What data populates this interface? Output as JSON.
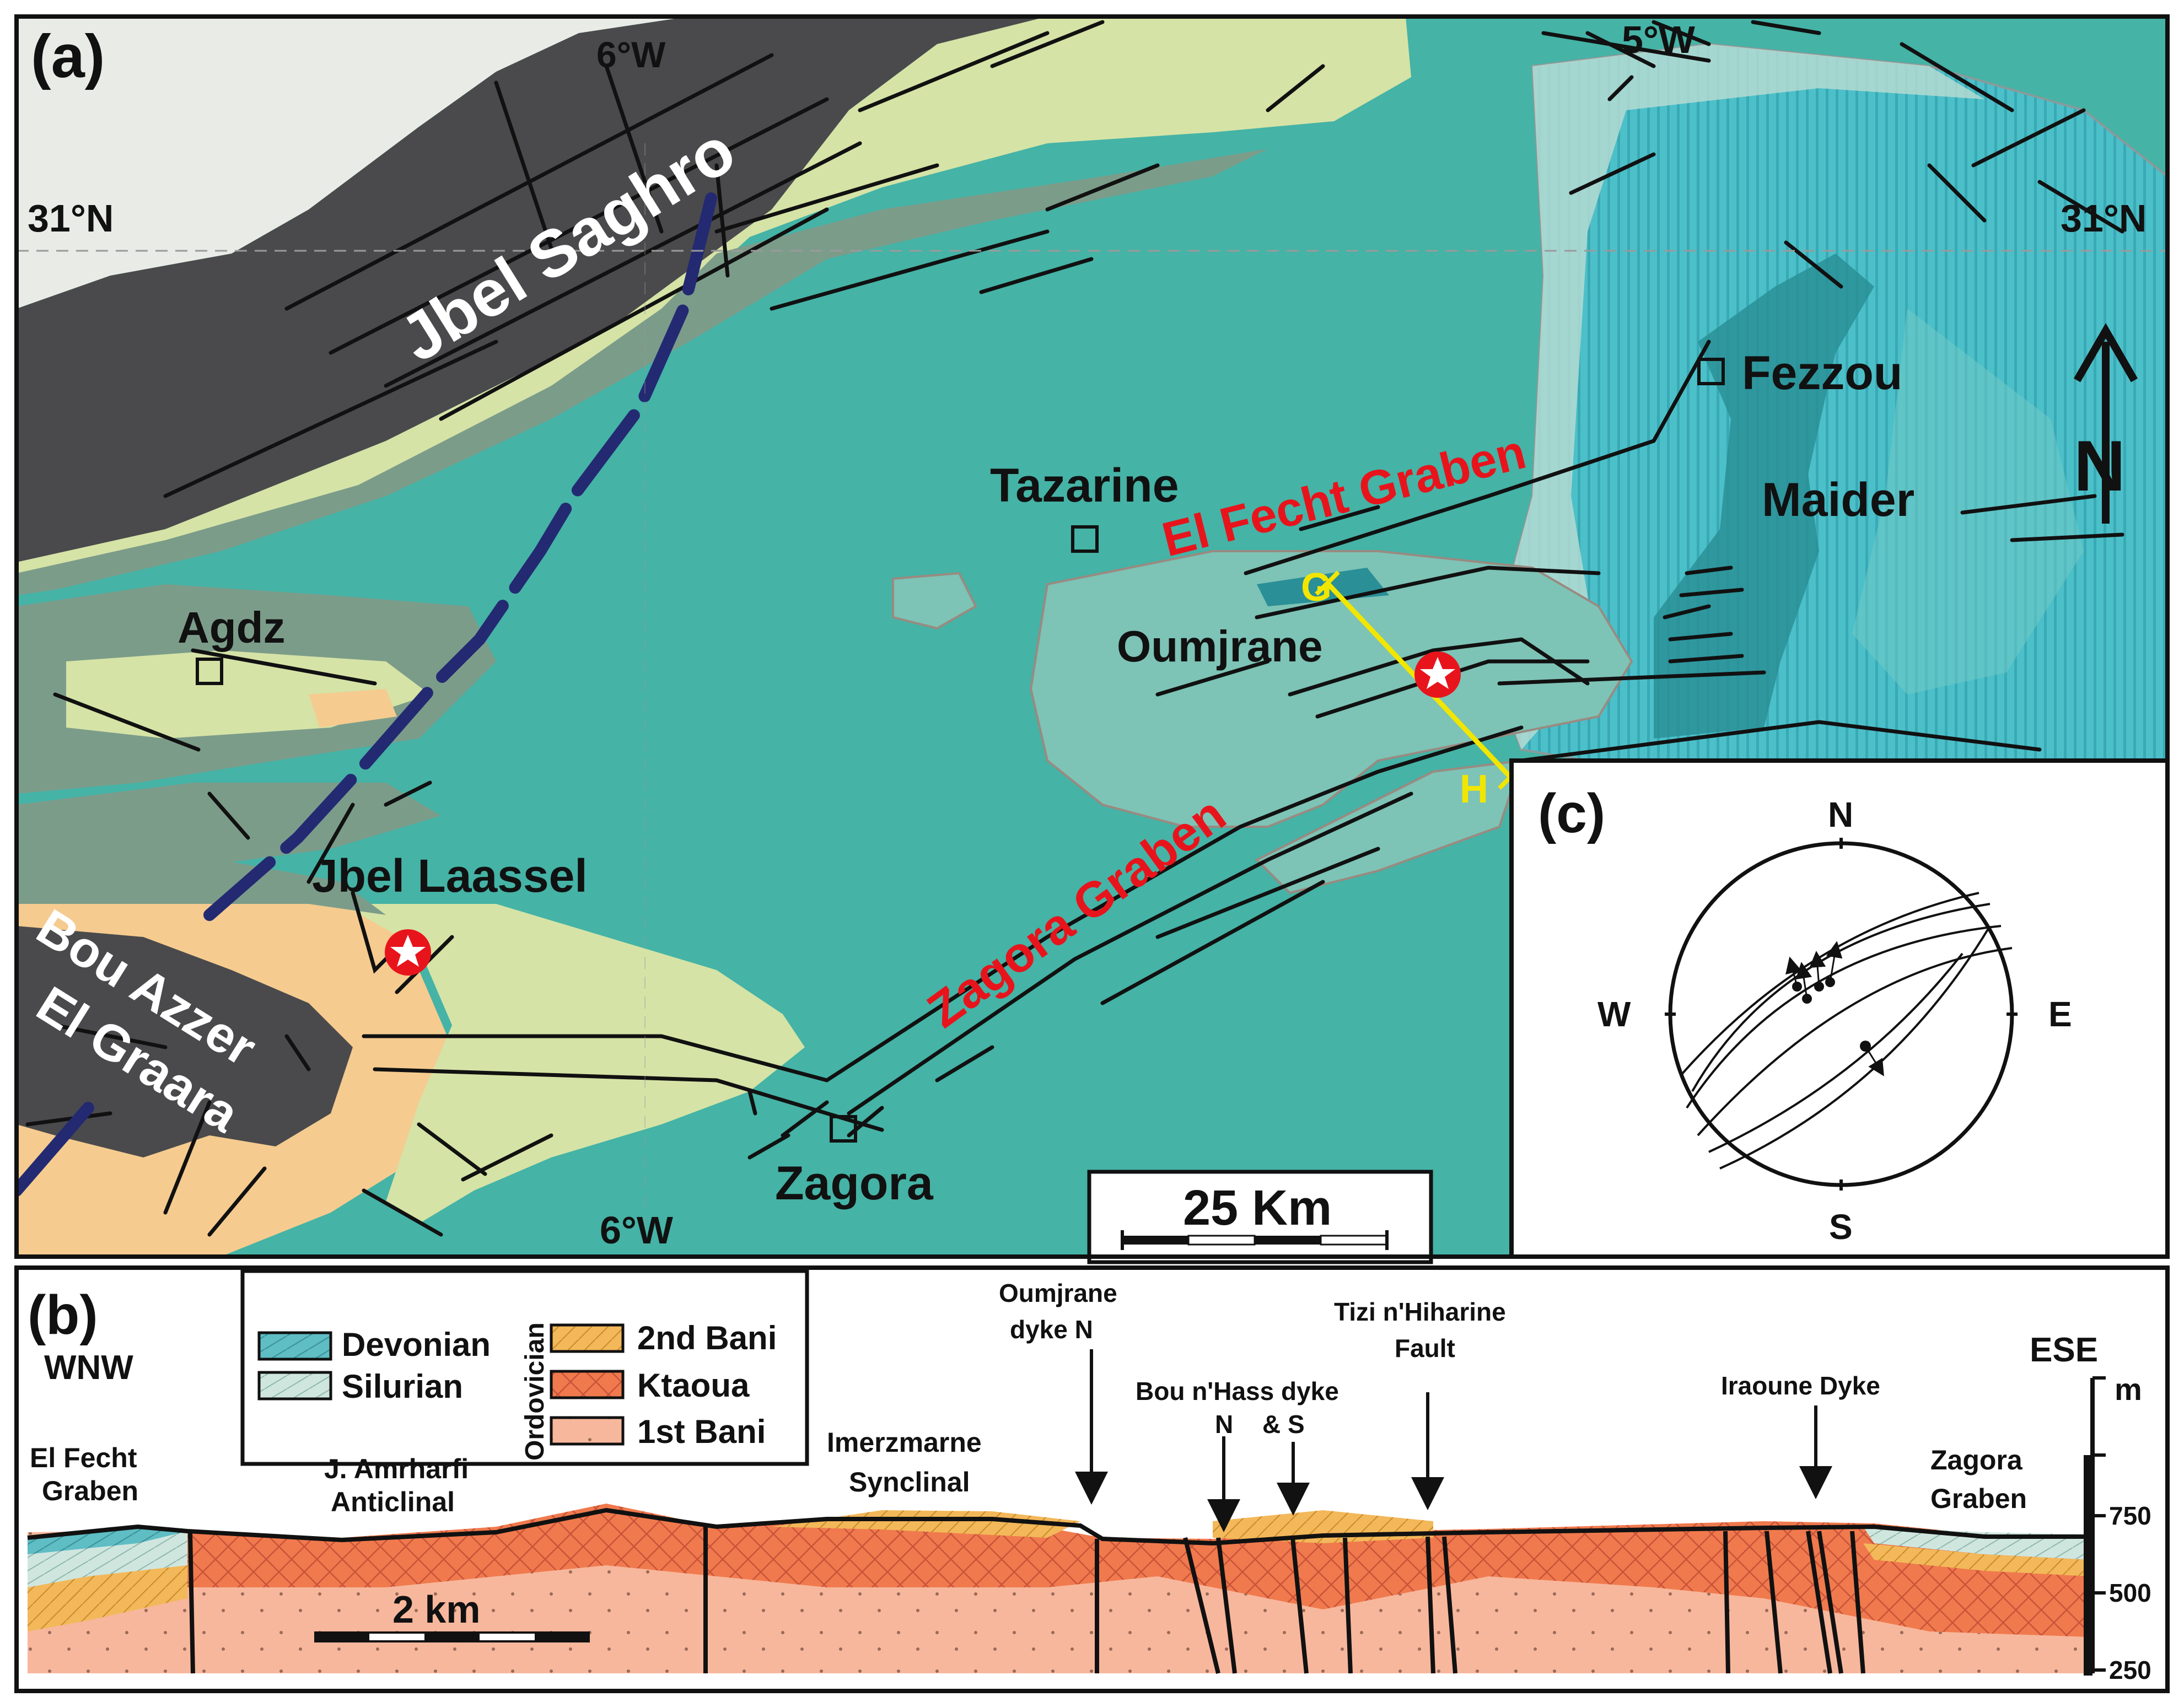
{
  "panel_a": {
    "label": "(a)",
    "places": {
      "jbel_saghro": "Jbel Saghro",
      "agdz": "Agdz",
      "jbel_laassel": "Jbel Laassel",
      "bou_azzer": "Bou Azzer",
      "el_graara": "El Graara",
      "tazarine": "Tazarine",
      "oumjrane": "Oumjrane",
      "fezzou": "Fezzou",
      "maider": "Maider",
      "zagora": "Zagora"
    },
    "grabens": {
      "el_fecht": "El Fecht Graben",
      "zagora": "Zagora Graben"
    },
    "coords": {
      "lon_6w_top": "6°W",
      "lon_6w_bottom": "6°W",
      "lon_5w": "5°W",
      "lat_31n_left": "31°N",
      "lat_31n_right": "31°N"
    },
    "section_ends": {
      "start": "G",
      "end": "H"
    },
    "scale": "25 Km",
    "north": "N"
  },
  "panel_b": {
    "label": "(b)",
    "ends": {
      "left": "WNW",
      "right": "ESE"
    },
    "legend": {
      "group": "Ordovician",
      "items": [
        {
          "label": "Devonian",
          "color": "#5fbdc4"
        },
        {
          "label": "Silurian",
          "color": "#cfe6df"
        },
        {
          "label": "2nd Bani",
          "color": "#f3b85a"
        },
        {
          "label": "Ktaoua",
          "color": "#f07a4d"
        },
        {
          "label": "1st Bani",
          "color": "#f7b79c"
        }
      ]
    },
    "features": {
      "el_fecht_1": "El Fecht",
      "el_fecht_2": "Graben",
      "amrharfi_1": "J. Amrharfi",
      "amrharfi_2": "Anticlinal",
      "imerzmarne_1": "Imerzmarne",
      "imerzmarne_2": "Synclinal",
      "oumjrane_dyke_1": "Oumjrane",
      "oumjrane_dyke_2": "dyke N",
      "bounhass_1": "Bou n'Hass dyke",
      "bounhass_n": "N",
      "bounhass_s": "& S",
      "tizi_1": "Tizi n'Hiharine",
      "tizi_2": "Fault",
      "iraoune": "Iraoune Dyke",
      "zagora_1": "Zagora",
      "zagora_2": "Graben"
    },
    "scale": "2 km",
    "elevation": {
      "unit": "m",
      "ticks": [
        "750",
        "500",
        "250"
      ]
    }
  },
  "panel_c": {
    "label": "(c)",
    "dirs": {
      "n": "N",
      "e": "E",
      "s": "S",
      "w": "W"
    }
  },
  "colors": {
    "teal": "#45b3a6",
    "devonian": "#4fc1c8",
    "dark_teal": "#2a8f96",
    "pale_green": "#d5e3a6",
    "grey_green": "#7c9c8a",
    "dark_basement": "#4a4a4c",
    "orange": "#f5cb8f",
    "dyke": "#232a72"
  }
}
